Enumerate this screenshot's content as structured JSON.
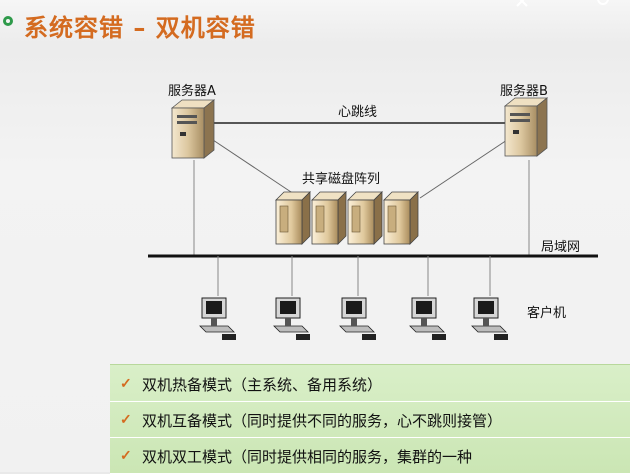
{
  "slide": {
    "title": "系统容错 – 双机容错",
    "title_color": "#d46b20"
  },
  "diagram": {
    "server_a": "服务器A",
    "server_b": "服务器B",
    "heartbeat": "心跳线",
    "shared_storage": "共享磁盘阵列",
    "lan": "局域网",
    "clients": "客户机"
  },
  "modes": [
    {
      "text": "双机热备模式（主系统、备用系统）"
    },
    {
      "text": "双机互备模式（同时提供不同的服务，心不跳则接管）"
    },
    {
      "text": "双机双工模式（同时提供相同的服务，集群的一种"
    }
  ],
  "colors": {
    "accent": "#d46b20",
    "panel": "#d4ecbf"
  }
}
